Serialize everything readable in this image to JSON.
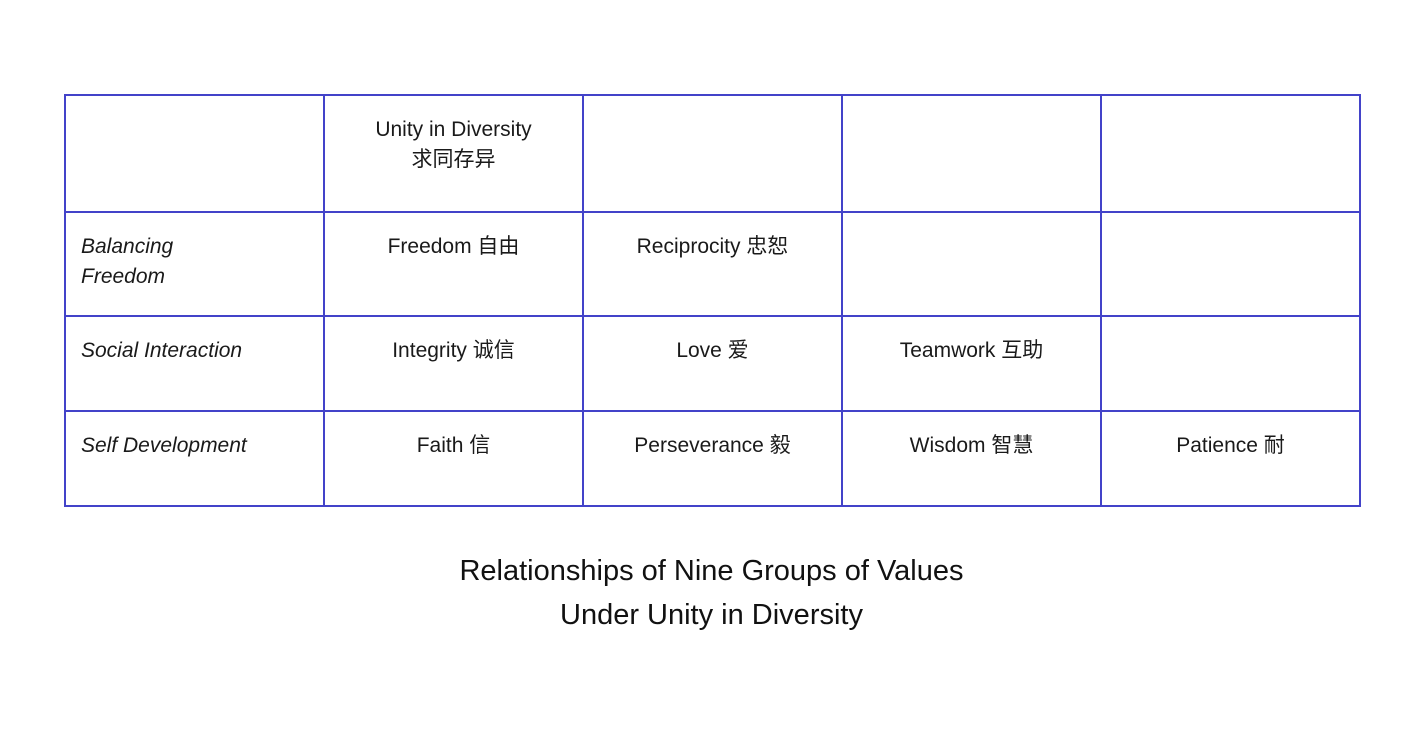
{
  "figure": {
    "background_color": "#ffffff",
    "border_color": "#4343c9",
    "text_color": "#1a1a1a"
  },
  "table": {
    "columns": 5,
    "rows": [
      {
        "cells": [
          "",
          "Unity in Diversity\n求同存异",
          "",
          "",
          ""
        ]
      },
      {
        "cells": [
          "Balancing\nFreedom",
          "Freedom 自由",
          "Reciprocity 忠恕",
          "",
          ""
        ]
      },
      {
        "cells": [
          "Social Interaction",
          "Integrity 诚信",
          "Love 爱",
          "Teamwork 互助",
          ""
        ]
      },
      {
        "cells": [
          "Self Development",
          "Faith 信",
          "Perseverance 毅",
          "Wisdom 智慧",
          "Patience 耐"
        ]
      }
    ]
  },
  "caption": {
    "line1": "Relationships of Nine Groups of Values",
    "line2": "Under Unity in Diversity"
  }
}
